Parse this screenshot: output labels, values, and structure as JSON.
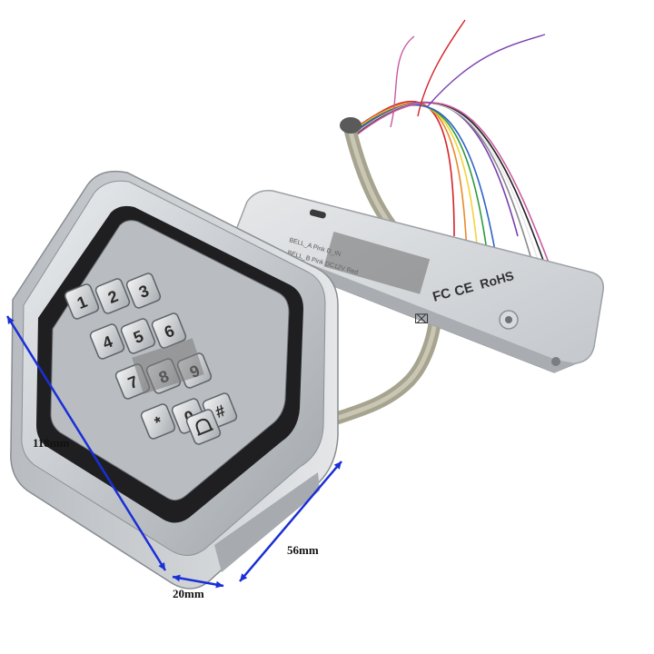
{
  "product": {
    "keypad_keys": [
      "1",
      "2",
      "3",
      "4",
      "5",
      "6",
      "7",
      "8",
      "9",
      "*",
      "0",
      "#",
      "bell"
    ],
    "back_plate_marks": [
      "FC",
      "CE",
      "RoHS"
    ],
    "wire_colors": [
      "#d2232a",
      "#e8892a",
      "#f2d43a",
      "#2e9a3e",
      "#2f62c8",
      "#7a3fb0",
      "#8a8a8a",
      "#e8e8e8",
      "#222222",
      "#c85aa0"
    ]
  },
  "dimensions": {
    "height": "118mm",
    "width": "56mm",
    "depth": "20mm",
    "arrow_color": "#1a2fd6"
  }
}
